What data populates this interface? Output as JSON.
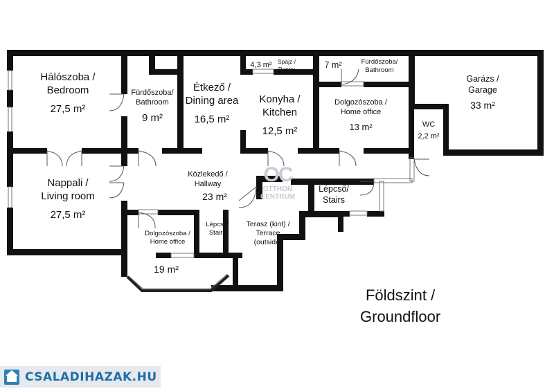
{
  "rooms": [
    {
      "id": "bedroom",
      "lines": [
        "Hálószoba /",
        "Bedroom"
      ],
      "area": "27,5 m²"
    },
    {
      "id": "living",
      "lines": [
        "Nappali /",
        "Living room"
      ],
      "area": "27,5 m²"
    },
    {
      "id": "bath1",
      "lines": [
        "Fürdőszoba/",
        "Bathroom"
      ],
      "area": "9 m²"
    },
    {
      "id": "dining",
      "lines": [
        "Étkező /",
        "Dining area"
      ],
      "area": "16,5 m²"
    },
    {
      "id": "kitchen",
      "lines": [
        "Konyha /",
        "Kitchen"
      ],
      "area": "12,5 m²"
    },
    {
      "id": "pantry",
      "lines": [
        "Spájz /",
        "Pantry"
      ],
      "area": "4,3 m²"
    },
    {
      "id": "bath2",
      "lines": [
        "Fürdőszoba/",
        "Bathroom"
      ],
      "area": "7 m²"
    },
    {
      "id": "office1",
      "lines": [
        "Dolgozószoba /",
        "Home office"
      ],
      "area": "13 m²"
    },
    {
      "id": "wc",
      "lines": [
        "WC"
      ],
      "area": "2,2 m²"
    },
    {
      "id": "garage",
      "lines": [
        "Garázs /",
        "Garage"
      ],
      "area": "33 m²"
    },
    {
      "id": "hallway",
      "lines": [
        "Közlekedő /",
        "Hallway"
      ],
      "area": "23 m²"
    },
    {
      "id": "stairs1",
      "lines": [
        "Lépcső/",
        "Stairs"
      ],
      "area": ""
    },
    {
      "id": "stairs2",
      "lines": [
        "Lépcső/",
        "Stairs"
      ],
      "area": ""
    },
    {
      "id": "terrace",
      "lines": [
        "Terasz (kint) /",
        "Terrace",
        "(outside)"
      ],
      "area": ""
    },
    {
      "id": "office2",
      "lines": [
        "Dolgozószoba /",
        "Home office"
      ],
      "area": "19 m²"
    }
  ],
  "floor_title": [
    "Földszint  /",
    "Groundfloor"
  ],
  "watermark": {
    "logo": "OC",
    "line1": "OTTHON",
    "line2": "CENTRUM"
  },
  "brand": {
    "name": "CSALADIHAZAK.HU"
  },
  "colors": {
    "wall": "#111111",
    "brand": "#1f6fa8",
    "watermark": "#c7ccd3"
  }
}
